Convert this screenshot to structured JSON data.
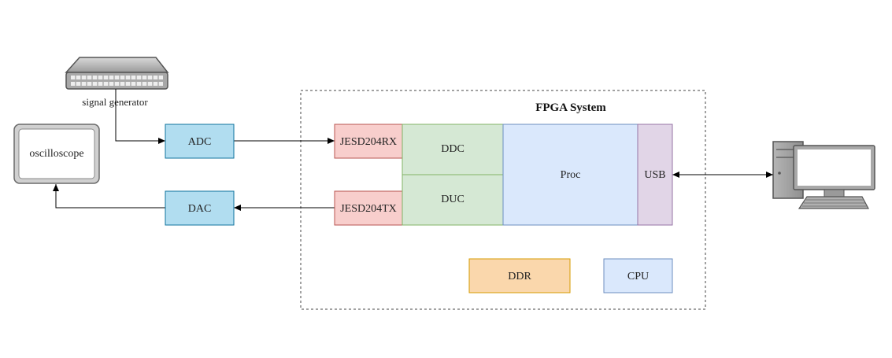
{
  "diagram": {
    "system_title": "FPGA System",
    "blocks": {
      "adc": "ADC",
      "dac": "DAC",
      "jesd_rx": "JESD204RX",
      "jesd_tx": "JESD204TX",
      "ddc": "DDC",
      "duc": "DUC",
      "proc": "Proc",
      "usb": "USB",
      "ddr": "DDR",
      "cpu": "CPU"
    },
    "devices": {
      "signal_generator": "signal generator",
      "oscilloscope": "oscilloscope"
    },
    "colors": {
      "adc_dac_fill": "#b1ddf0",
      "adc_dac_stroke": "#10739e",
      "jesd_fill": "#f8cecc",
      "jesd_stroke": "#b85450",
      "ddc_duc_fill": "#d5e8d4",
      "ddc_duc_stroke": "#82b366",
      "proc_fill": "#dae8fc",
      "proc_stroke": "#6c8ebf",
      "usb_fill": "#e1d5e7",
      "usb_stroke": "#9673a6",
      "ddr_fill": "#fad7ac",
      "ddr_stroke": "#d79b00"
    },
    "icons": [
      "signal-generator-icon",
      "oscilloscope-icon",
      "computer-icon"
    ]
  }
}
